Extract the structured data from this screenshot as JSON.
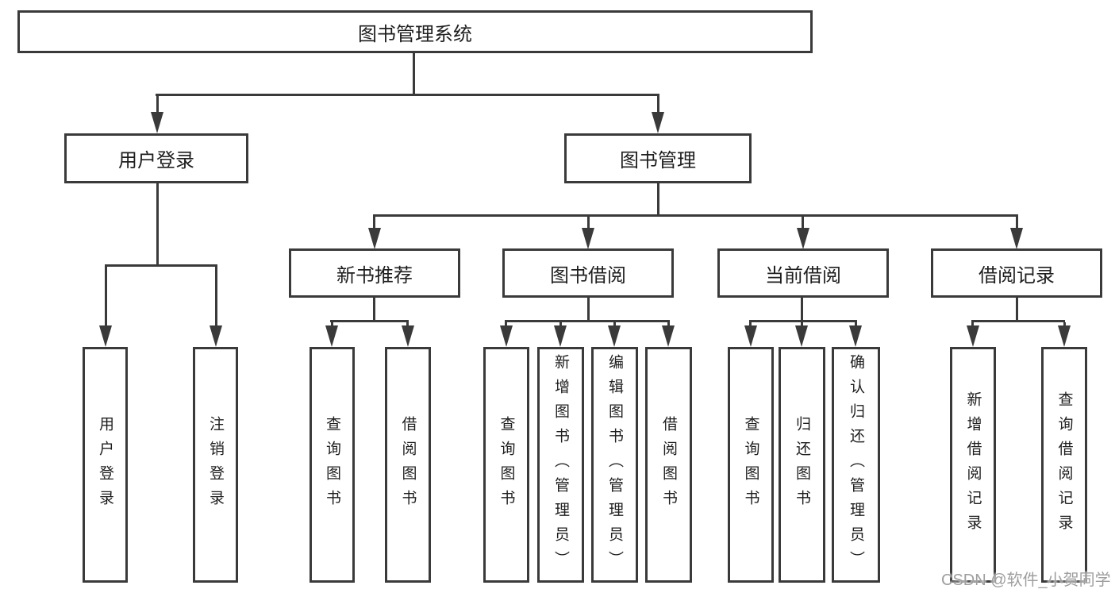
{
  "diagram_type": "tree",
  "tree": {
    "label": "图书管理系统",
    "children": [
      {
        "label": "用户登录",
        "children": [
          {
            "label": "用户登录"
          },
          {
            "label": "注销登录"
          }
        ]
      },
      {
        "label": "图书管理",
        "children": [
          {
            "label": "新书推荐",
            "children": [
              {
                "label": "查询图书"
              },
              {
                "label": "借阅图书"
              }
            ]
          },
          {
            "label": "图书借阅",
            "children": [
              {
                "label": "查询图书"
              },
              {
                "label": "新增图书（管理员）"
              },
              {
                "label": "编辑图书（管理员）"
              },
              {
                "label": "借阅图书"
              }
            ]
          },
          {
            "label": "当前借阅",
            "children": [
              {
                "label": "查询图书"
              },
              {
                "label": "归还图书"
              },
              {
                "label": "确认归还（管理员）"
              }
            ]
          },
          {
            "label": "借阅记录",
            "children": [
              {
                "label": "新增借阅记录"
              },
              {
                "label": "查询借阅记录"
              }
            ]
          }
        ]
      }
    ]
  },
  "watermark": "CSDN @软件_小贺同学",
  "colors": {
    "line": "#3a3a3a",
    "box_border": "#3a3a3a",
    "text": "#1e1e1e",
    "watermark": "#9e9e9e",
    "background": "#ffffff"
  }
}
